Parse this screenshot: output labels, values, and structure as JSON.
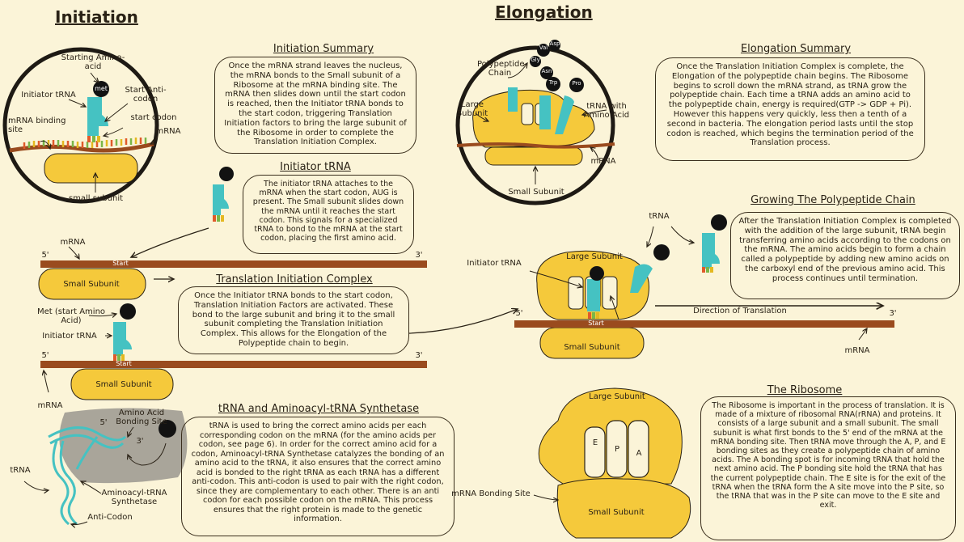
{
  "headings": {
    "initiation": "Initiation",
    "elongation": "Elongation"
  },
  "sections": {
    "initiation_summary": {
      "title": "Initiation Summary",
      "text": "Once the mRNA strand leaves the nucleus, the mRNA bonds to the Small subunit of a Ribosome at the mRNA binding site. The mRNA then slides down until the start codon is reached, then the Initiator tRNA bonds to the start codon, triggering Translation Initiation factors to bring the large subunit of the Ribosome in order to complete the Translation Initiation Complex."
    },
    "initiator_trna": {
      "title": "Initiator tRNA",
      "text": "The initiator tRNA attaches to the mRNA when the start codon, AUG is present. The Small subunit slides down the mRNA until it reaches the start codon. This signals for a specialized tRNA to bond to the mRNA at the start codon, placing the first amino acid."
    },
    "translation_initiation_complex": {
      "title": "Translation Initiation Complex",
      "text": "Once the Initiator tRNA bonds to the start codon, Translation Initiation Factors are activated. These bond to the large subunit and bring it to the small subunit completing the Translation Initiation Complex. This allows for the Elongation of the Polypeptide chain to begin."
    },
    "trna_synthetase": {
      "title": "tRNA and Aminoacyl-tRNA Synthetase",
      "text": "tRNA is used to bring the correct amino acids per each corresponding codon on the mRNA (for the amino acids per codon, see page 6). In order for the correct amino acid for a codon, Aminoacyl-tRNA Synthetase catalyzes the bonding of an amino acid to the tRNA, it also ensures that the correct amino acid is bonded to the right tRNA as each tRNA has a different anti-codon. This anti-codon is used to pair with the right codon, since they are complementary to each other. There is an anti codon for each possible codon on the mRNA. This process ensures that the right protein is made to the genetic information."
    },
    "elongation_summary": {
      "title": "Elongation Summary",
      "text": "Once the Translation Initiation Complex is complete, the Elongation of the polypeptide chain begins. The Ribosome begins to scroll down the mRNA strand, as tRNA grow the polypeptide chain. Each time a tRNA adds an amino acid to the polypeptide chain, energy is required(GTP -> GDP + Pi). However this happens very quickly, less then a tenth of a second in bacteria. The elongation period lasts until the stop codon is reached, which begins the termination period of the Translation process."
    },
    "growing_chain": {
      "title": "Growing The Polypeptide Chain",
      "text": "After the Translation Initiation Complex is completed with the addition of the large subunit, tRNA begin transferring amino acids according to the codons on the mRNA. The amino acids begin to form a chain called a polypeptide by adding new amino acids on the carboxyl end of the previous amino acid. This process continues until termination."
    },
    "ribosome": {
      "title": "The Ribosome",
      "text": "The Ribosome is important in the process of translation. It is made of a mixture of ribosomal RNA(rRNA) and proteins. It consists of a large subunit and a small subunit. The small subunit is what first bonds to the 5' end of the mRNA at the mRNA bonding site. Then tRNA move through the A, P, and E bonding sites as they create a polypeptide chain of amino acids. The A bonding spot is for incoming tRNA that hold the next amino acid. The P bonding site hold the tRNA that has the current polypeptide chain. The E site is for the exit of the tRNA when the tRNA form the A site move into the P site, so the tRNA that was in the P site can move to the E site and exit."
    }
  },
  "labels": {
    "starting_amino_acid": "Starting Amino-acid",
    "met": "met",
    "initiator_trna": "Initiator tRNA",
    "start_anticodon": "Start Anti-codon",
    "mrna_binding_site": "mRNA binding site",
    "start_codon": "start codon",
    "mrna": "mRNA",
    "small_subunit_lc": "small subunit",
    "small_subunit": "Small Subunit",
    "five_prime": "5'",
    "three_prime": "3'",
    "start": "Start",
    "met_start": "Met (start Amino Acid)",
    "amino_acid_bonding_site": "Amino Acid Bonding Site",
    "trna": "tRNA",
    "aminoacyl_synthetase": "Aminoacyl-tRNA Synthetase",
    "anti_codon": "Anti-Codon",
    "polypeptide_chain": "Polypeptide Chain",
    "large_subunit": "Large Subunit",
    "trna_with_amino_acid": "tRNA with Amino Acid",
    "direction_of_translation": "Direction of Translation",
    "mrna_bonding_site": "mRNA Bonding Site",
    "site_e": "E",
    "site_p": "P",
    "site_a": "A",
    "aa_val": "Val",
    "aa_asp": "Asp",
    "aa_gly": "Gly",
    "aa_asn": "Asn",
    "aa_trp": "Trp",
    "aa_pro": "Pro"
  },
  "colors": {
    "background": "#fbf4d8",
    "ribosome_yellow": "#f5c93b",
    "trna_teal": "#45c2c2",
    "mrna_brown": "#9a4b1e",
    "amino_acid_black": "#121212",
    "synthetase_gray": "#a9a59a"
  }
}
